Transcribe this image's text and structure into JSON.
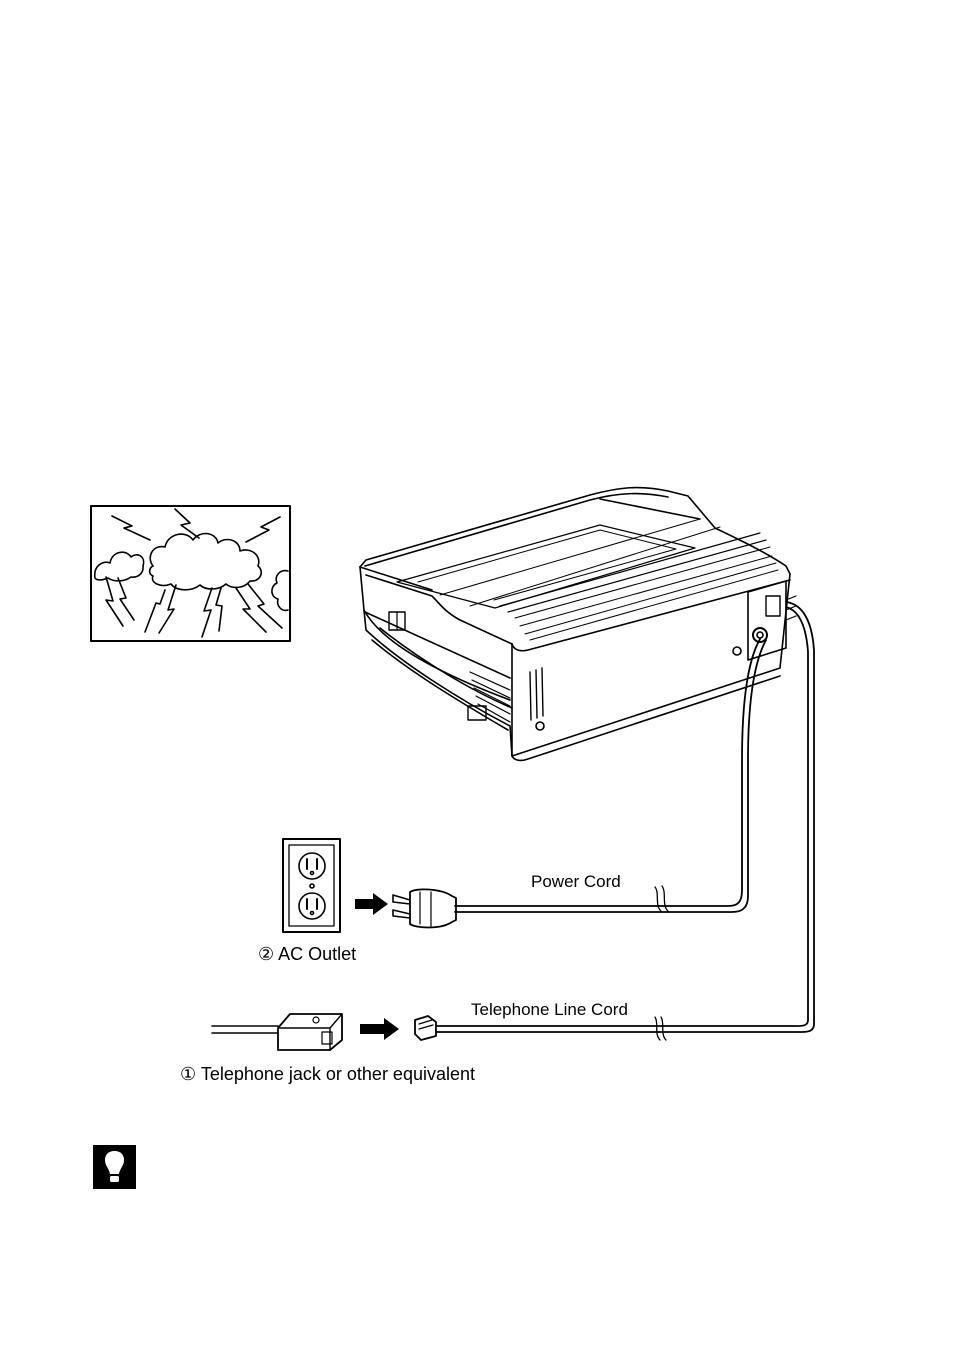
{
  "labels": {
    "power_cord": "Power Cord",
    "telephone_line_cord": "Telephone Line Cord",
    "ac_outlet": "② AC Outlet",
    "telephone_jack": "① Telephone jack or other equivalent"
  },
  "icons": {
    "storm": "lightning-storm-icon",
    "note": "exclamation-note-icon"
  },
  "colors": {
    "ink": "#000000",
    "paper": "#ffffff"
  }
}
